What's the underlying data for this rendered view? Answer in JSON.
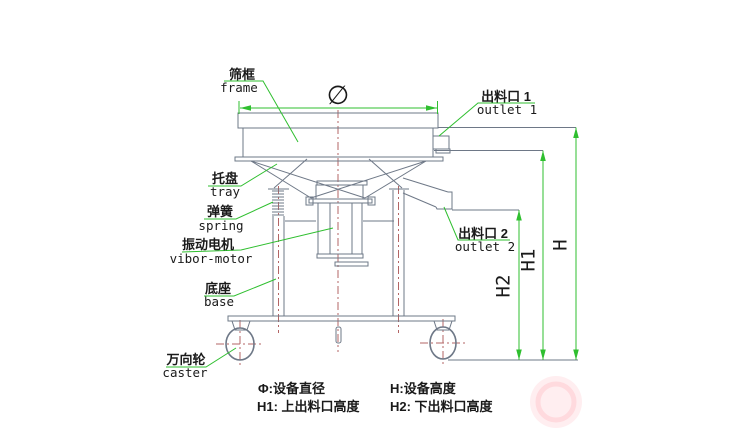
{
  "diagram": {
    "labels": {
      "frame": {
        "zh": "筛框",
        "en": "frame"
      },
      "tray": {
        "zh": "托盘",
        "en": "tray"
      },
      "spring": {
        "zh": "弹簧",
        "en": "spring"
      },
      "motor": {
        "zh": "振动电机",
        "en": "vibor-motor"
      },
      "base": {
        "zh": "底座",
        "en": "base"
      },
      "caster": {
        "zh": "万向轮",
        "en": "caster"
      },
      "outlet1": {
        "zh": "出料口 1",
        "en": "outlet 1"
      },
      "outlet2": {
        "zh": "出料口 2",
        "en": "outlet 2"
      }
    },
    "dimensions": {
      "diameter": "∅",
      "height_total": "H",
      "height_outlet1": "H1",
      "height_outlet2": "H2"
    },
    "legend": {
      "diameter": "Φ:设备直径",
      "height": "H:设备高度",
      "outlet1_height": "H1: 上出料口高度",
      "outlet2_height": "H2: 下出料口高度"
    },
    "colors": {
      "drawing_line": "#6e7887",
      "dimension_green": "#2fbf2f",
      "centerline_red": "#b36565",
      "text": "#1a1a1a",
      "background": "#ffffff"
    }
  }
}
